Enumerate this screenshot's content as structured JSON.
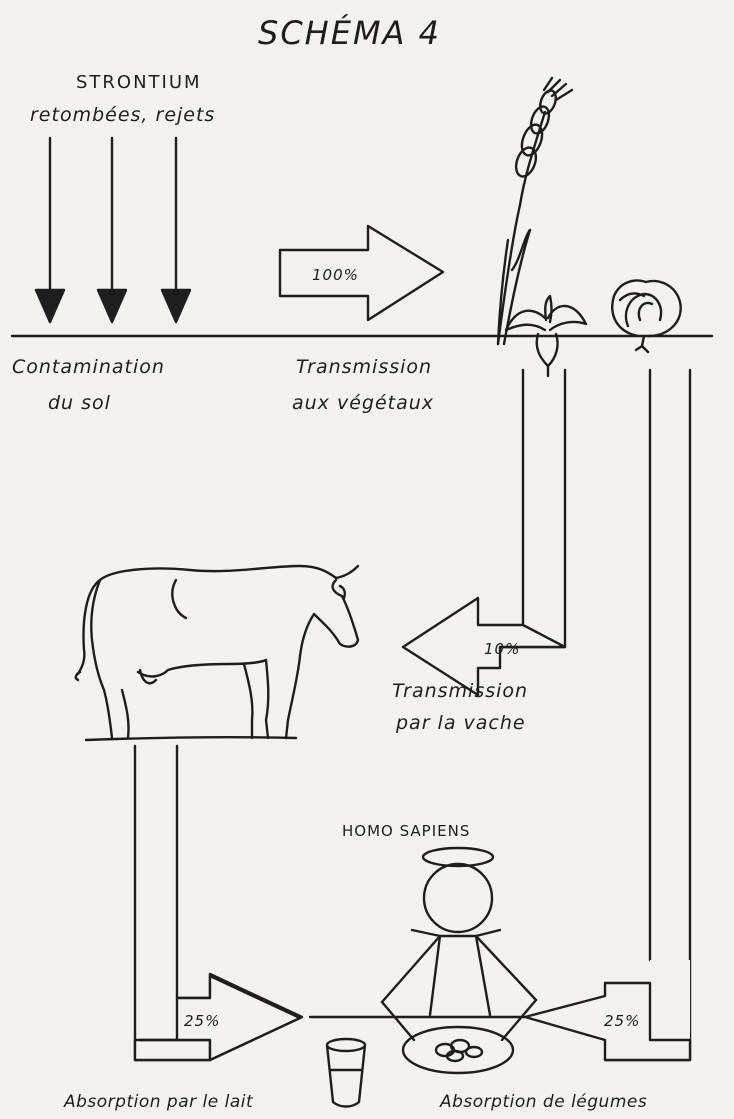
{
  "title": "SCHÉMA 4",
  "source": {
    "line1": "STRONTIUM",
    "line2": "retombées, rejets"
  },
  "soil": {
    "line1": "Contamination",
    "line2": "du sol"
  },
  "to_plants": {
    "percent": "100%",
    "line1": "Transmission",
    "line2": "aux végétaux"
  },
  "cow": {
    "percent": "10%",
    "line1": "Transmission",
    "line2": "par la vache"
  },
  "human": {
    "label": "HOMO SAPIENS"
  },
  "milk": {
    "percent": "25%",
    "label": "Absorption par le lait"
  },
  "vegetables": {
    "percent": "25%",
    "label": "Absorption de légumes"
  },
  "colors": {
    "ink": "#1e1e1e",
    "paper": "#f2f1ee"
  }
}
